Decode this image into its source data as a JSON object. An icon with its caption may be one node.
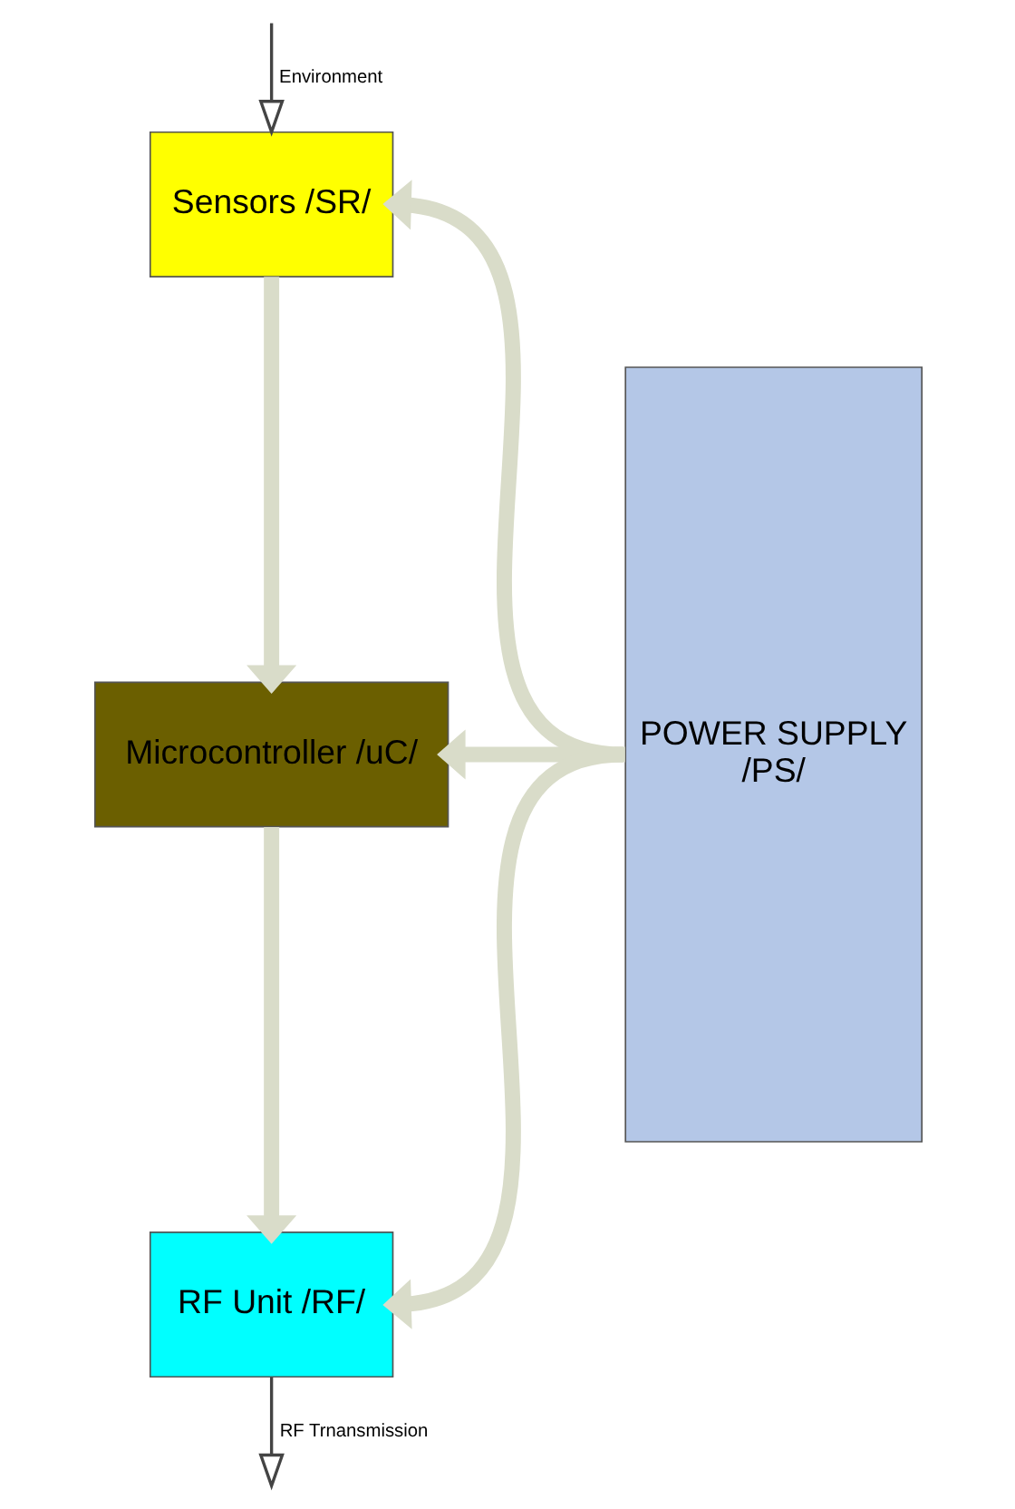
{
  "diagram": {
    "nodes": [
      {
        "text": [
          "Sensors /SR/"
        ]
      },
      {
        "text": [
          "Microcontroller /uC/"
        ]
      },
      {
        "text": [
          "RF Unit /RF/"
        ]
      },
      {
        "text": [
          "POWER SUPPLY",
          "/PS/"
        ]
      }
    ],
    "edges": [
      {
        "from": null,
        "to": 0,
        "arrow": "to",
        "label": "Environment",
        "color": "#444444"
      },
      {
        "from": 0,
        "to": 1,
        "arrow": "to"
      },
      {
        "from": 1,
        "to": 2,
        "arrow": "to"
      },
      {
        "from": 3,
        "to": 0,
        "arrow": "to"
      },
      {
        "from": 3,
        "to": 1,
        "arrow": "to"
      },
      {
        "from": 3,
        "to": 2,
        "arrow": "to"
      },
      {
        "from": 2,
        "to": null,
        "arrow": "to",
        "label": "RF Trnansmission",
        "color": "#444444"
      }
    ]
  }
}
